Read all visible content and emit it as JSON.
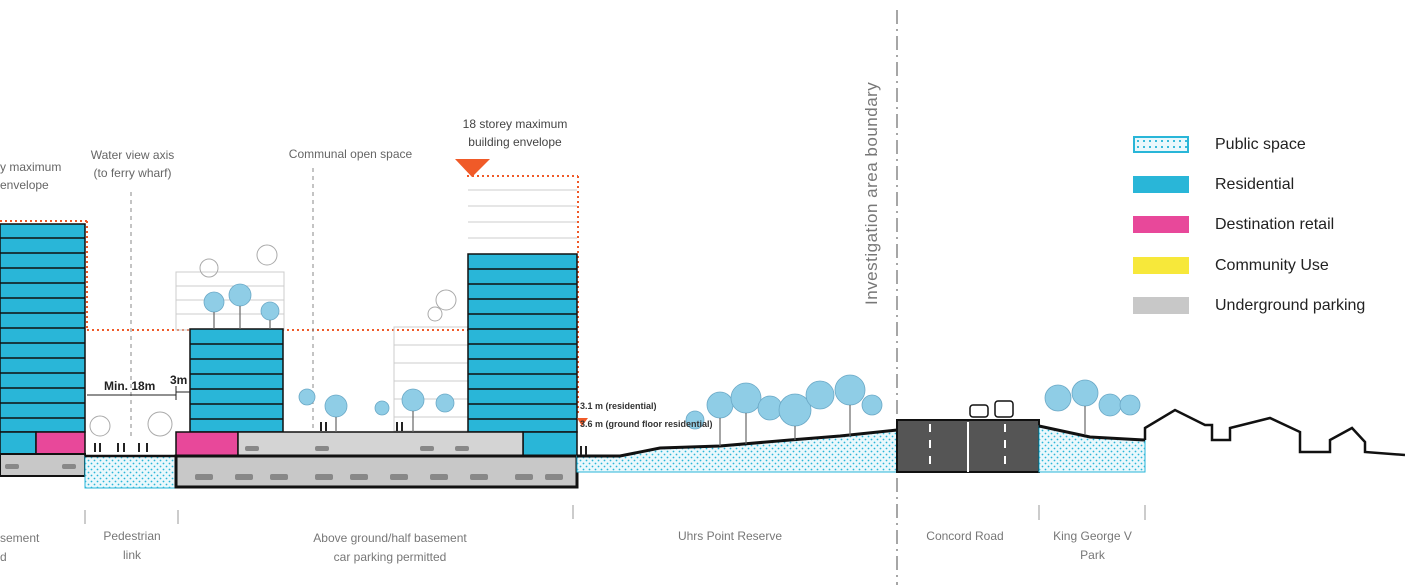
{
  "annotations": {
    "envelope_left_line1": "y maximum",
    "envelope_left_line2": "envelope",
    "water_view_line1": "Water view axis",
    "water_view_line2": "(to ferry wharf)",
    "communal": "Communal open space",
    "envelope18_line1": "18 storey maximum",
    "envelope18_line2": "building envelope",
    "min18": "Min. 18m",
    "three_m": "3m",
    "res_height": "3.1 m (residential)",
    "gf_height": "3.6 m (ground floor residential)",
    "boundary": "Investigation area boundary"
  },
  "zones": {
    "left_line1": "sement",
    "left_line2": "d",
    "ped_line1": "Pedestrian",
    "ped_line2": "link",
    "above_line1": "Above ground/half basement",
    "above_line2": "car parking permitted",
    "uhrs": "Uhrs Point Reserve",
    "concord": "Concord Road",
    "kg_line1": "King George V",
    "kg_line2": "Park"
  },
  "legend": [
    {
      "label": "Public space",
      "color": "#29b6d8",
      "pattern": "dotted"
    },
    {
      "label": "Residential",
      "color": "#29b6d8",
      "pattern": "solid"
    },
    {
      "label": "Destination retail",
      "color": "#e8489a",
      "pattern": "solid"
    },
    {
      "label": "Community Use",
      "color": "#f7e83a",
      "pattern": "solid"
    },
    {
      "label": "Underground parking",
      "color": "#c8c8c8",
      "pattern": "solid"
    }
  ],
  "colors": {
    "residential": "#29b6d8",
    "retail": "#e8489a",
    "parking": "#c8c8c8",
    "envelope": "#f05a28",
    "tree": "#8fcde6"
  }
}
